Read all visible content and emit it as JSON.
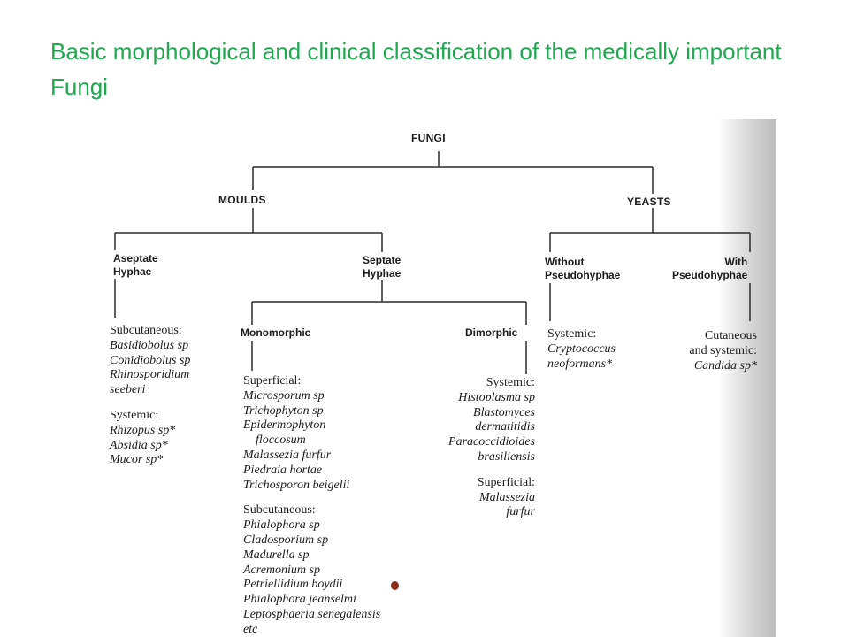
{
  "slide": {
    "title": "Basic morphological and clinical classification of the medically important Fungi",
    "title_color": "#1fa84f"
  },
  "tree": {
    "root": "FUNGI",
    "moulds": "MOULDS",
    "yeasts": "YEASTS",
    "aseptate": "Aseptate\nHyphae",
    "septate": "Septate\nHyphae",
    "without_pseudo": "Without\nPseudohyphae",
    "with_pseudo": "With\nPseudohyphae",
    "monomorphic": "Monomorphic",
    "dimorphic": "Dimorphic"
  },
  "groups": {
    "aseptate": {
      "subcutaneous_label": "Subcutaneous:",
      "subcutaneous": [
        "Basidiobolus sp",
        "Conidiobolus sp",
        "Rhinosporidium",
        "seeberi"
      ],
      "systemic_label": "Systemic:",
      "systemic": [
        "Rhizopus sp*",
        "Absidia sp*",
        "Mucor sp*"
      ]
    },
    "monomorphic": {
      "superficial_label": "Superficial:",
      "superficial": [
        "Microsporum sp",
        "Trichophyton sp",
        "Epidermophyton",
        "floccosum",
        "Malassezia furfur",
        "Piedraia hortae",
        "Trichosporon beigelii"
      ],
      "subcutaneous_label": "Subcutaneous:",
      "subcutaneous": [
        "Phialophora sp",
        "Cladosporium sp",
        "Madurella sp",
        "Acremonium sp",
        "Petriellidium boydii",
        "Phialophora jeanselmi",
        "Leptosphaeria senegalensis",
        "etc"
      ]
    },
    "dimorphic": {
      "systemic_label": "Systemic:",
      "systemic": [
        "Histoplasma sp",
        "Blastomyces",
        "dermatitidis",
        "Paracoccidioides",
        "brasiliensis"
      ],
      "superficial_label": "Superficial:",
      "superficial": [
        "Malassezia",
        "furfur"
      ]
    },
    "without_pseudo": {
      "systemic_label": "Systemic:",
      "systemic": [
        "Cryptococcus",
        "neoformans*"
      ]
    },
    "with_pseudo": {
      "label": "Cutaneous\nand systemic:",
      "items": [
        "Candida sp*"
      ]
    }
  }
}
